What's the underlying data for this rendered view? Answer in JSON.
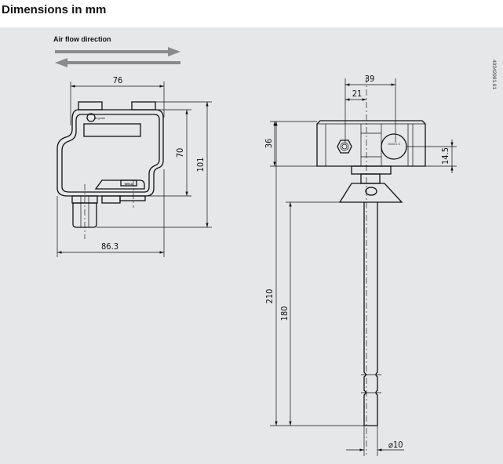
{
  "title": "Dimensions in mm",
  "colors": {
    "panel": "#e6e7e8",
    "arrow": "#8a8a8a",
    "line": "#111111"
  },
  "housing_view": {
    "airflow_label": "Air flow direction",
    "dim_width": "76",
    "dim_height_body": "70",
    "dim_height_total": "101",
    "dim_width_total": "86.3",
    "logo_text": "airguide",
    "brand_label": "WIKA"
  },
  "probe_view": {
    "dim_width": "39",
    "dim_offset": "21",
    "dim_head_height": "36",
    "dim_center_height": "14.5",
    "dim_total_length": "210",
    "dim_insertion_length": "180",
    "dim_diameter": "⌀10",
    "head_label": "M16x1.5"
  },
  "drawing_ref": "40342001.01"
}
